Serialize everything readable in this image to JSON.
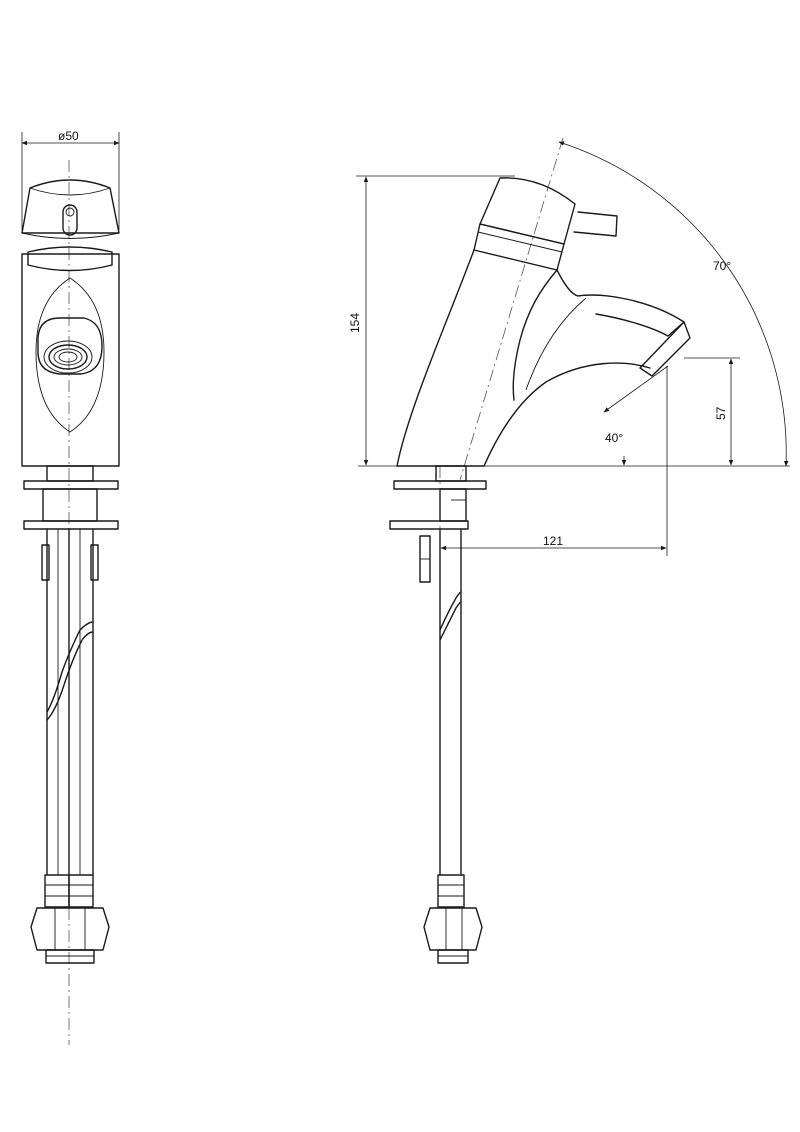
{
  "dimensions": {
    "diameter": "ø50",
    "height": "154",
    "angle_lever": "70°",
    "angle_spout": "40°",
    "spout_height": "57",
    "reach": "121"
  }
}
